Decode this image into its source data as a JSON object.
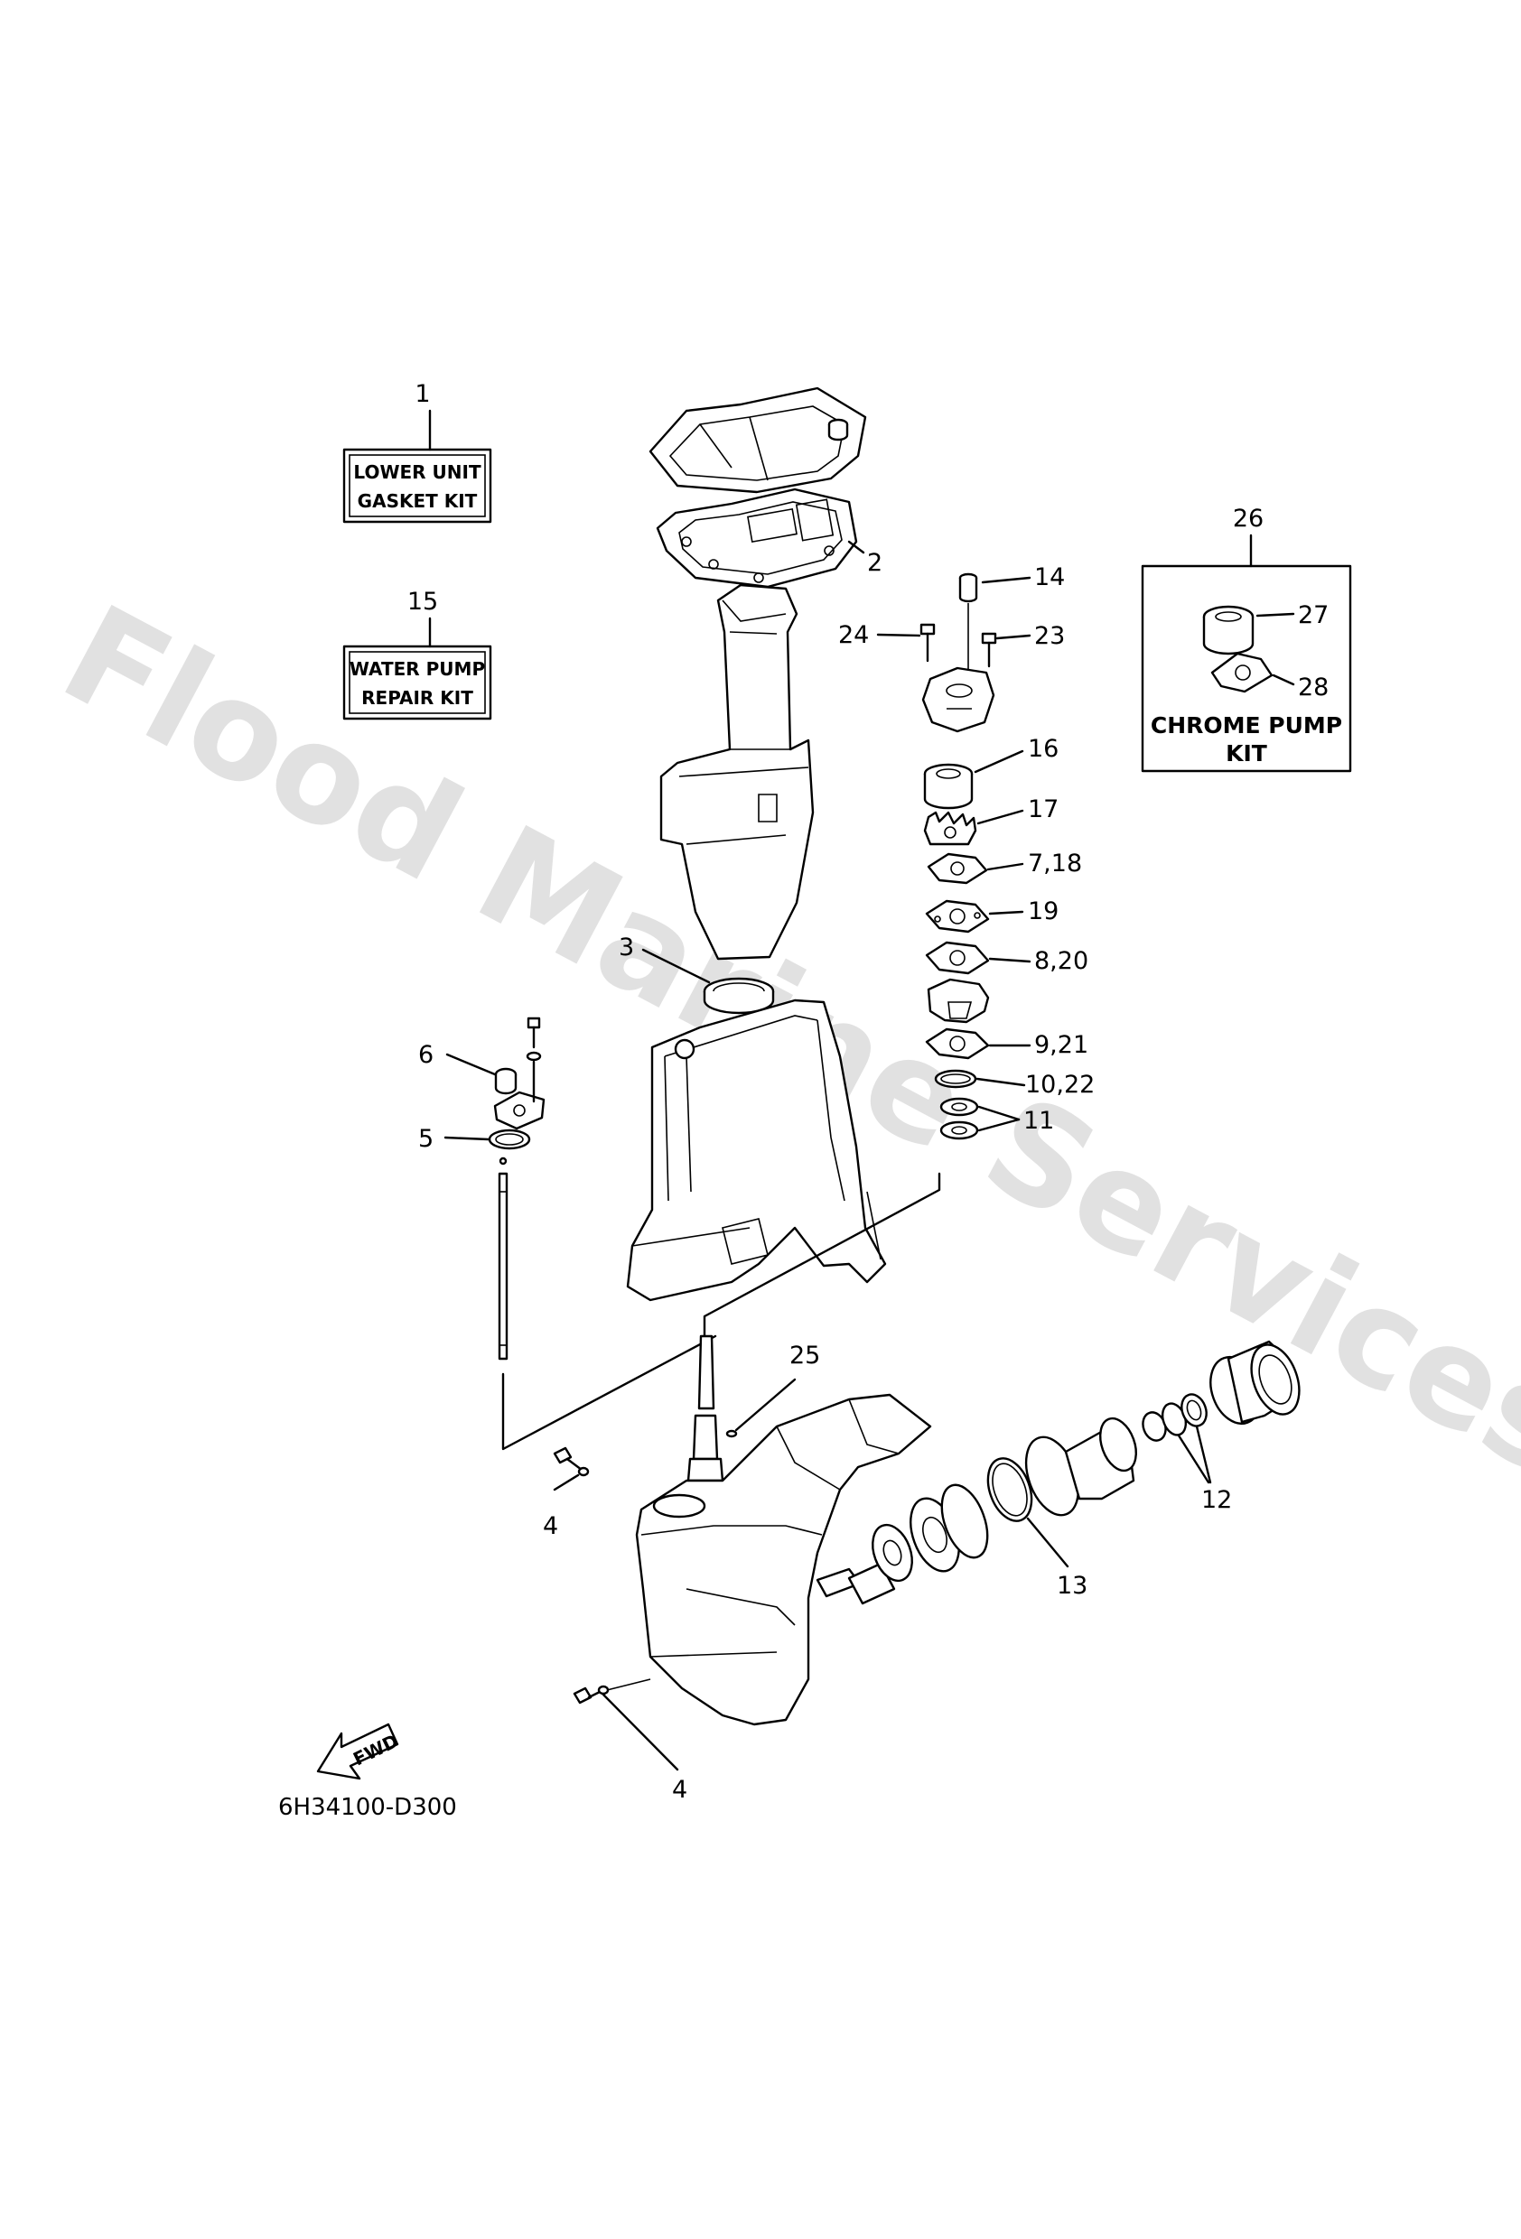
{
  "kits": {
    "lower_unit": {
      "number": "1",
      "line1": "LOWER UNIT",
      "line2": "GASKET KIT"
    },
    "water_pump": {
      "number": "15",
      "line1": "WATER PUMP",
      "line2": "REPAIR KIT"
    },
    "chrome_pump": {
      "number": "26",
      "line1": "CHROME PUMP",
      "line2": "KIT"
    }
  },
  "callouts": {
    "p2": "2",
    "p3": "3",
    "p4a": "4",
    "p4b": "4",
    "p5": "5",
    "p6": "6",
    "p7_18": "7,18",
    "p8_20": "8,20",
    "p9_21": "9,21",
    "p10_22": "10,22",
    "p11": "11",
    "p12": "12",
    "p13": "13",
    "p14": "14",
    "p16": "16",
    "p17": "17",
    "p19": "19",
    "p23": "23",
    "p24": "24",
    "p25": "25",
    "p27": "27",
    "p28": "28"
  },
  "fwd_label": "FWD",
  "diagram_code": "6H34100-D300",
  "watermark": "Flood Marine Services"
}
